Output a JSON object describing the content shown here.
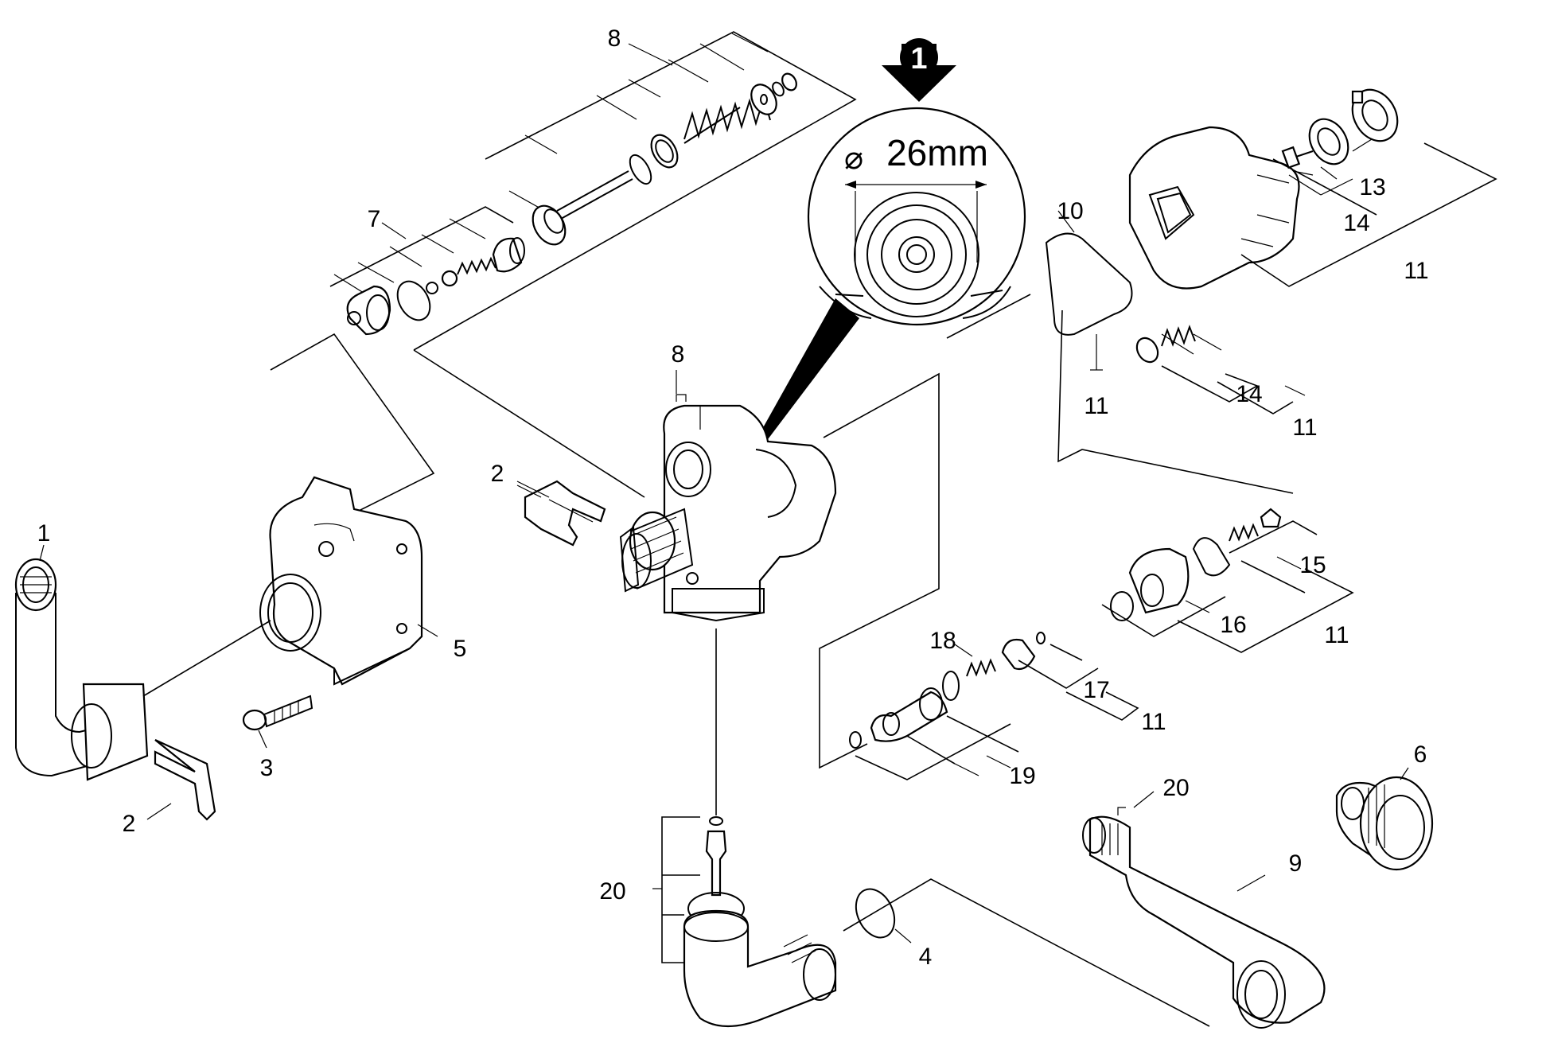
{
  "detail": {
    "marker": "1",
    "dimension": "26mm",
    "diameter_symbol": "⌀"
  },
  "labels": [
    {
      "id": "l8a",
      "text": "8"
    },
    {
      "id": "l7",
      "text": "7"
    },
    {
      "id": "l8b",
      "text": "8"
    },
    {
      "id": "l10",
      "text": "10"
    },
    {
      "id": "l13",
      "text": "13"
    },
    {
      "id": "l14a",
      "text": "14"
    },
    {
      "id": "l11a",
      "text": "11"
    },
    {
      "id": "l11b",
      "text": "11"
    },
    {
      "id": "l14b",
      "text": "14"
    },
    {
      "id": "l11c",
      "text": "11"
    },
    {
      "id": "l2a",
      "text": "2"
    },
    {
      "id": "l1",
      "text": "1"
    },
    {
      "id": "l5",
      "text": "5"
    },
    {
      "id": "l3",
      "text": "3"
    },
    {
      "id": "l2b",
      "text": "2"
    },
    {
      "id": "l15",
      "text": "15"
    },
    {
      "id": "l16",
      "text": "16"
    },
    {
      "id": "l11d",
      "text": "11"
    },
    {
      "id": "l18",
      "text": "18"
    },
    {
      "id": "l17",
      "text": "17"
    },
    {
      "id": "l11e",
      "text": "11"
    },
    {
      "id": "l19",
      "text": "19"
    },
    {
      "id": "l6",
      "text": "6"
    },
    {
      "id": "l20a",
      "text": "20"
    },
    {
      "id": "l9",
      "text": "9"
    },
    {
      "id": "l20b",
      "text": "20"
    },
    {
      "id": "l4",
      "text": "4"
    }
  ]
}
